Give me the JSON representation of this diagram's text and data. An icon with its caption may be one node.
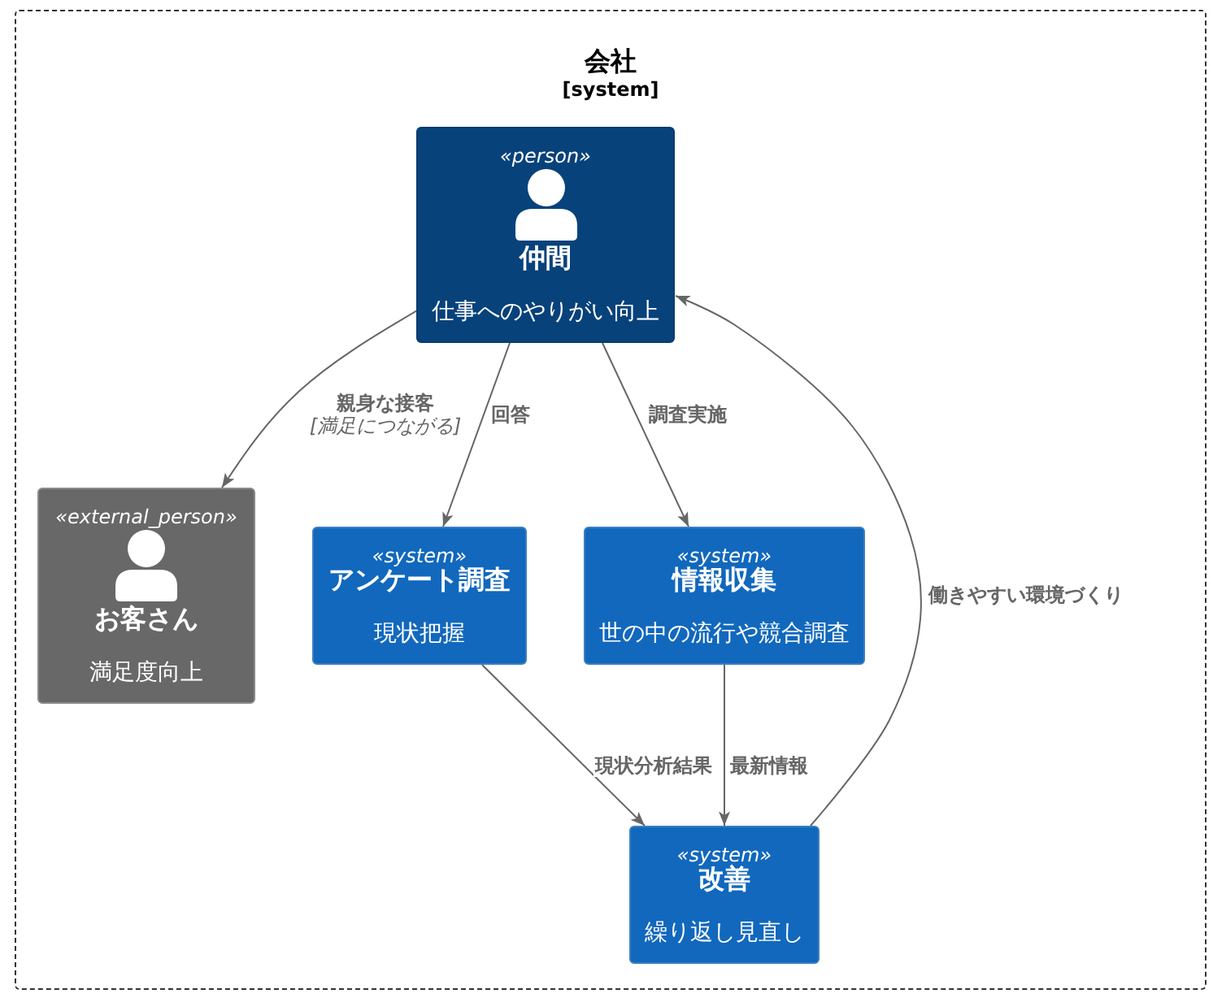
{
  "diagram": {
    "nodes": [
      {
        "text": [
          "会社",
          "[system]"
        ]
      },
      {
        "text": [
          "«person»",
          "仲間",
          "仕事へのやりがい向上"
        ],
        "in": 0
      },
      {
        "text": [
          "«external_person»",
          "お客さん",
          "満足度向上"
        ],
        "in": 0
      },
      {
        "text": [
          "«system»",
          "アンケート調査",
          "現状把握"
        ],
        "in": 0
      },
      {
        "text": [
          "«system»",
          "情報収集",
          "世の中の流行や競合調査"
        ],
        "in": 0
      },
      {
        "text": [
          "«system»",
          "改善",
          "繰り返し見直し"
        ],
        "in": 0
      }
    ],
    "edges": [
      {
        "from": 1,
        "to": 2,
        "arrow": "to",
        "label": "親身な接客 *[満足につながる]*"
      },
      {
        "from": 1,
        "to": 3,
        "arrow": "to",
        "label": "回答"
      },
      {
        "from": 1,
        "to": 4,
        "arrow": "to",
        "label": "調査実施"
      },
      {
        "from": 3,
        "to": 5,
        "arrow": "to",
        "label": "現状分析結果"
      },
      {
        "from": 4,
        "to": 5,
        "arrow": "to",
        "label": "最新情報"
      },
      {
        "from": 5,
        "to": 1,
        "arrow": "to",
        "label": "働きやすい環境づくり"
      }
    ]
  }
}
